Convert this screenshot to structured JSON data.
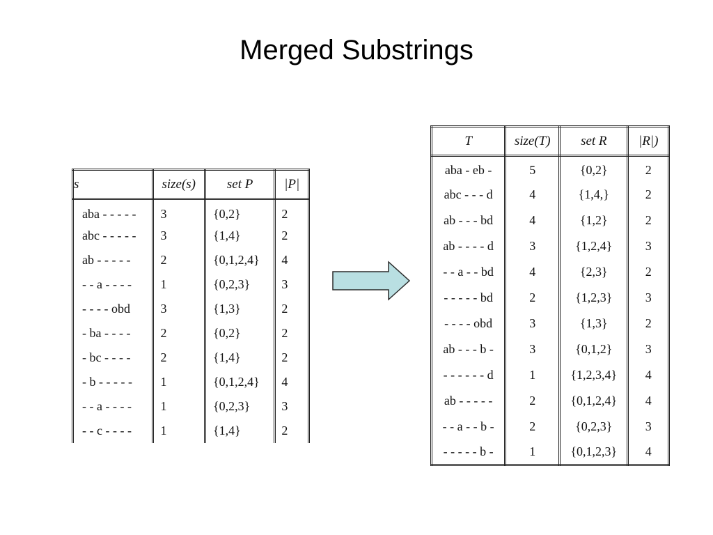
{
  "title": "Merged Substrings",
  "left_table": {
    "headers": [
      "s",
      "size(s)",
      "set P",
      "|P|"
    ],
    "rows": [
      [
        "aba - - - - -",
        "3",
        "{0,2}",
        "2"
      ],
      [
        "abc - - - - -",
        "3",
        "{1,4}",
        "2"
      ],
      [
        "ab - - - - -",
        "2",
        "{0,1,2,4}",
        "4"
      ],
      [
        "- - a - - - -",
        "1",
        "{0,2,3}",
        "3"
      ],
      [
        "- - - - obd",
        "3",
        "{1,3}",
        "2"
      ],
      [
        "- ba - - - -",
        "2",
        "{0,2}",
        "2"
      ],
      [
        "- bc - - - -",
        "2",
        "{1,4}",
        "2"
      ],
      [
        "- b - - - - -",
        "1",
        "{0,1,2,4}",
        "4"
      ],
      [
        "- - a - - - -",
        "1",
        "{0,2,3}",
        "3"
      ],
      [
        "- - c - - - -",
        "1",
        "{1,4}",
        "2"
      ]
    ]
  },
  "arrow": {
    "icon": "right-arrow-icon",
    "fill": "#b9dfe2",
    "stroke": "#2b2b2b"
  },
  "right_table": {
    "headers": [
      "T",
      "size(T)",
      "set R",
      "|R|)"
    ],
    "rows": [
      [
        "aba - eb -",
        "5",
        "{0,2}",
        "2"
      ],
      [
        "abc - - - d",
        "4",
        "{1,4,}",
        "2"
      ],
      [
        "ab - - - bd",
        "4",
        "{1,2}",
        "2"
      ],
      [
        "ab - - - - d",
        "3",
        "{1,2,4}",
        "3"
      ],
      [
        "- - a - - bd",
        "4",
        "{2,3}",
        "2"
      ],
      [
        "- - - - - bd",
        "2",
        "{1,2,3}",
        "3"
      ],
      [
        "- - - - obd",
        "3",
        "{1,3}",
        "2"
      ],
      [
        "ab - - - b -",
        "3",
        "{0,1,2}",
        "3"
      ],
      [
        "- - - - - - d",
        "1",
        "{1,2,3,4}",
        "4"
      ],
      [
        "ab - - - - -",
        "2",
        "{0,1,2,4}",
        "4"
      ],
      [
        "- - a - - b -",
        "2",
        "{0,2,3}",
        "3"
      ],
      [
        "- - - - - b -",
        "1",
        "{0,1,2,3}",
        "4"
      ]
    ]
  }
}
